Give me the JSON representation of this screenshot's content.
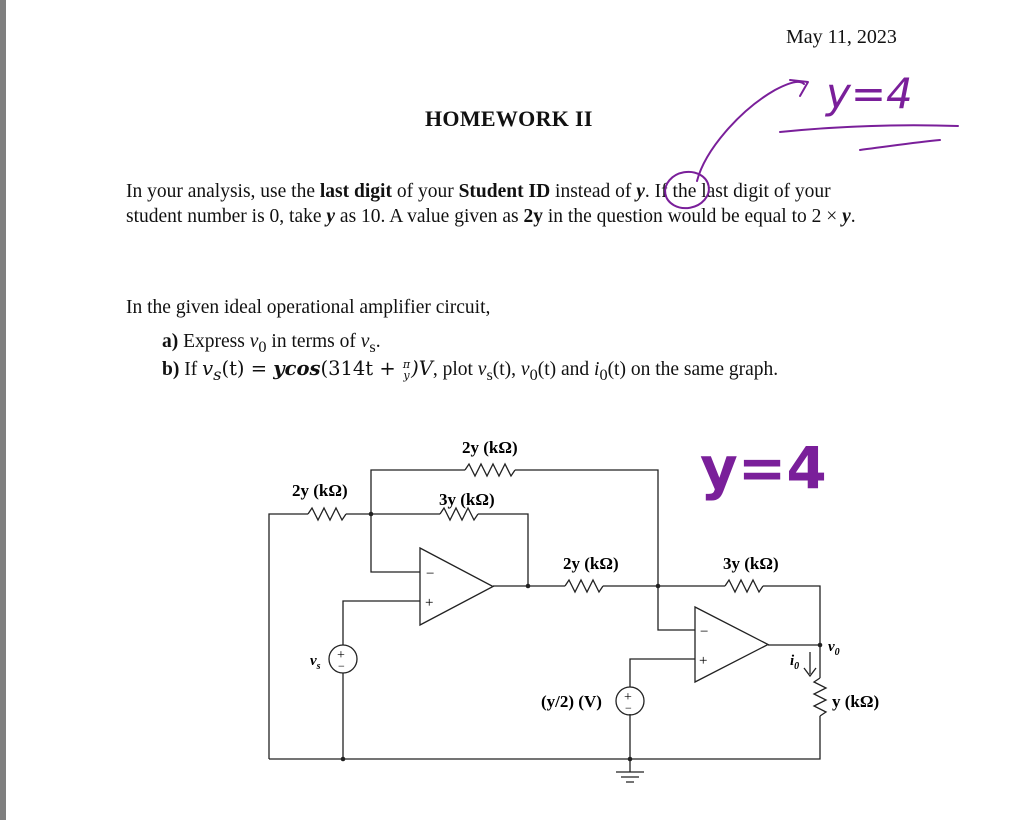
{
  "document": {
    "date": "May 11, 2023",
    "title": "HOMEWORK II",
    "instructions": {
      "l1_a": "In your analysis, use the ",
      "l1_b": "last digit",
      "l1_c": " of your ",
      "l1_d": "Student ID",
      "l1_e": " instead of ",
      "l1_f": "y",
      "l1_g": ". If the last digit of your",
      "l2_a": "student number is 0, take ",
      "l2_b": "y",
      "l2_c": " as 10.  A value given as ",
      "l2_d": "2y",
      "l2_e": " in the question would be equal to 2 × ",
      "l2_f": "y",
      "l2_g": "."
    },
    "intro": "In the given ideal operational amplifier circuit,",
    "part_a": {
      "label": "a)",
      "text_a": " Express ",
      "v0": "v",
      "v0_sub": "0",
      "text_b": " in terms of ",
      "vs": "v",
      "vs_sub": "s",
      "text_c": "."
    },
    "part_b": {
      "label": "b)",
      "text_a": " If ",
      "expr_a": "v",
      "expr_sub": "s",
      "expr_b": "(t) = ",
      "expr_c": "ycos",
      "expr_d": "(314t + ",
      "frac_num": "π",
      "frac_den": "y",
      "expr_e": ")V",
      "text_b": ", plot ",
      "p1": "v",
      "p1_sub": "s",
      "p1_t": "(t), ",
      "p2": "v",
      "p2_sub": "0",
      "p2_t": "(t) and ",
      "p3": "i",
      "p3_sub": "0",
      "p3_t": "(t) on the same graph."
    }
  },
  "circuit": {
    "r_top": "2y (kΩ)",
    "r_left": "2y (kΩ)",
    "r_fb1": "3y (kΩ)",
    "r_mid": "2y (kΩ)",
    "r_fb2": "3y (kΩ)",
    "r_load": "y (kΩ)",
    "src_vs": "v",
    "src_vs_sub": "s",
    "src_dc": "(y/2) (V)",
    "out_v": "v",
    "out_v_sub": "0",
    "out_i": "i",
    "out_i_sub": "0",
    "plus": "+",
    "minus": "−",
    "src_plus": "+",
    "src_minus": "−"
  },
  "annotations": {
    "note_top": "y=4",
    "note_mid": "y=4",
    "ink_color": "#7a1f9a"
  }
}
